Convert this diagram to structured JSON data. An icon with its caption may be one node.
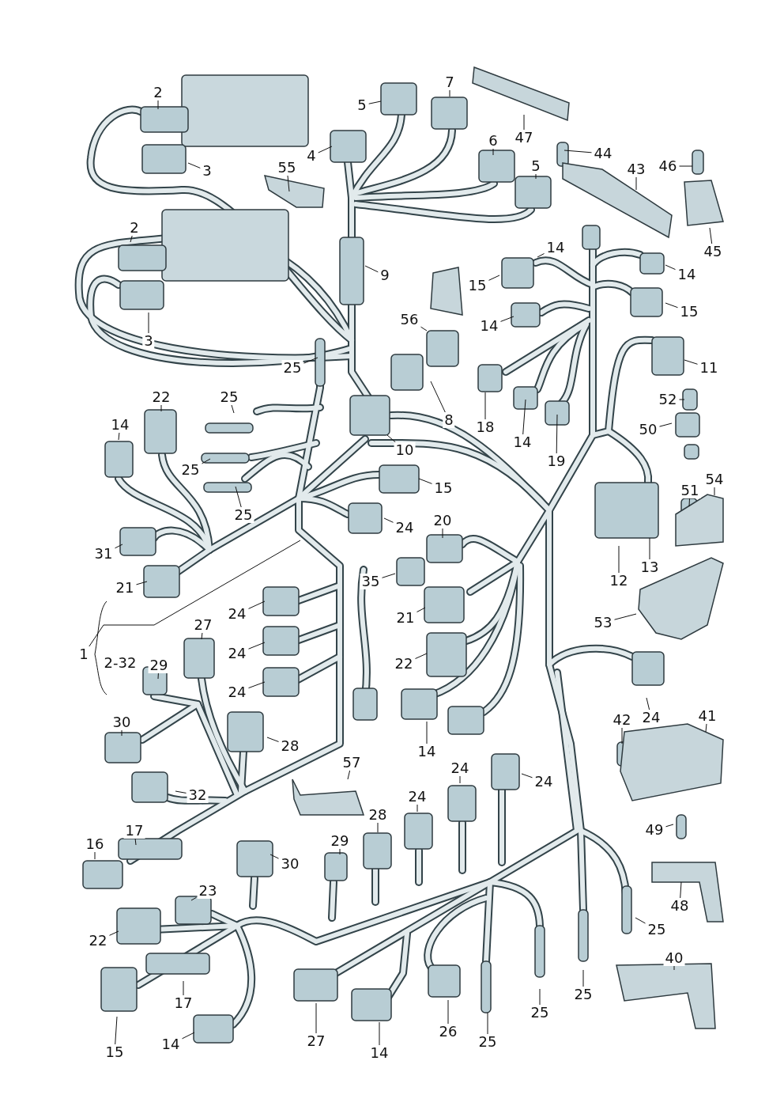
{
  "diagram": {
    "nodes": [
      {
        "text": [
          "2"
        ]
      },
      {
        "text": [
          "7"
        ]
      },
      {
        "text": [
          "5"
        ]
      },
      {
        "text": [
          "3"
        ]
      },
      {
        "text": [
          "47"
        ]
      },
      {
        "text": [
          "6"
        ]
      },
      {
        "text": [
          "44"
        ]
      },
      {
        "text": [
          "4"
        ]
      },
      {
        "text": [
          "5"
        ]
      },
      {
        "text": [
          "55"
        ]
      },
      {
        "text": [
          "43"
        ]
      },
      {
        "text": [
          "46"
        ]
      },
      {
        "text": [
          "2"
        ]
      },
      {
        "text": [
          "45"
        ]
      },
      {
        "text": [
          "14"
        ]
      },
      {
        "text": [
          "14"
        ]
      },
      {
        "text": [
          "9"
        ]
      },
      {
        "text": [
          "15"
        ]
      },
      {
        "text": [
          "15"
        ]
      },
      {
        "text": [
          "3"
        ]
      },
      {
        "text": [
          "14"
        ]
      },
      {
        "text": [
          "56"
        ]
      },
      {
        "text": [
          "11"
        ]
      },
      {
        "text": [
          "25"
        ]
      },
      {
        "text": [
          "52"
        ]
      },
      {
        "text": [
          "22"
        ]
      },
      {
        "text": [
          "25"
        ]
      },
      {
        "text": [
          "8"
        ]
      },
      {
        "text": [
          "14"
        ]
      },
      {
        "text": [
          "18"
        ]
      },
      {
        "text": [
          "50"
        ]
      },
      {
        "text": [
          "10"
        ]
      },
      {
        "text": [
          "14"
        ]
      },
      {
        "text": [
          "25"
        ]
      },
      {
        "text": [
          "19"
        ]
      },
      {
        "text": [
          "15"
        ]
      },
      {
        "text": [
          "51"
        ]
      },
      {
        "text": [
          "54"
        ]
      },
      {
        "text": [
          "25"
        ]
      },
      {
        "text": [
          "24"
        ]
      },
      {
        "text": [
          "20"
        ]
      },
      {
        "text": [
          "31"
        ]
      },
      {
        "text": [
          "13"
        ]
      },
      {
        "text": [
          "21"
        ]
      },
      {
        "text": [
          "12"
        ]
      },
      {
        "text": [
          "35"
        ]
      },
      {
        "text": [
          "53"
        ]
      },
      {
        "text": [
          "24"
        ]
      },
      {
        "text": [
          "21"
        ]
      },
      {
        "text": [
          "27"
        ]
      },
      {
        "text": [
          "1"
        ]
      },
      {
        "text": [
          "24"
        ]
      },
      {
        "text": [
          "29"
        ]
      },
      {
        "text": [
          "22"
        ]
      },
      {
        "text": [
          "24"
        ]
      },
      {
        "text": [
          "30"
        ]
      },
      {
        "text": [
          "24"
        ]
      },
      {
        "text": [
          "42"
        ]
      },
      {
        "text": [
          "41"
        ]
      },
      {
        "text": [
          "28"
        ]
      },
      {
        "text": [
          "14"
        ]
      },
      {
        "text": [
          "57"
        ]
      },
      {
        "text": [
          "24"
        ]
      },
      {
        "text": [
          "24"
        ]
      },
      {
        "text": [
          "32"
        ]
      },
      {
        "text": [
          "24"
        ]
      },
      {
        "text": [
          "28"
        ]
      },
      {
        "text": [
          "17"
        ]
      },
      {
        "text": [
          "49"
        ]
      },
      {
        "text": [
          "16"
        ]
      },
      {
        "text": [
          "29"
        ]
      },
      {
        "text": [
          "30"
        ]
      },
      {
        "text": [
          "48"
        ]
      },
      {
        "text": [
          "23"
        ]
      },
      {
        "text": [
          "25"
        ]
      },
      {
        "text": [
          "22"
        ]
      },
      {
        "text": [
          "40"
        ]
      },
      {
        "text": [
          "17"
        ]
      },
      {
        "text": [
          "25"
        ]
      },
      {
        "text": [
          "25"
        ]
      },
      {
        "text": [
          "26"
        ]
      },
      {
        "text": [
          "15"
        ]
      },
      {
        "text": [
          "14"
        ]
      },
      {
        "text": [
          "27"
        ]
      },
      {
        "text": [
          "14"
        ]
      },
      {
        "text": [
          "25"
        ]
      }
    ],
    "edges": [
      {
        "from": 0,
        "to": null,
        "arrow": "none"
      },
      {
        "from": 1,
        "to": null,
        "arrow": "none"
      },
      {
        "from": 2,
        "to": null,
        "arrow": "none"
      },
      {
        "from": 3,
        "to": null,
        "arrow": "none"
      },
      {
        "from": 4,
        "to": null,
        "arrow": "none"
      },
      {
        "from": 5,
        "to": null,
        "arrow": "none"
      },
      {
        "from": 6,
        "to": null,
        "arrow": "none"
      },
      {
        "from": 7,
        "to": null,
        "arrow": "none"
      },
      {
        "from": 8,
        "to": null,
        "arrow": "none"
      },
      {
        "from": 9,
        "to": null,
        "arrow": "none"
      },
      {
        "from": 10,
        "to": null,
        "arrow": "none"
      },
      {
        "from": 11,
        "to": null,
        "arrow": "none"
      },
      {
        "from": 12,
        "to": null,
        "arrow": "none"
      },
      {
        "from": 13,
        "to": null,
        "arrow": "none"
      },
      {
        "from": 14,
        "to": null,
        "arrow": "none"
      },
      {
        "from": 15,
        "to": null,
        "arrow": "none"
      },
      {
        "from": 16,
        "to": null,
        "arrow": "none"
      },
      {
        "from": 17,
        "to": null,
        "arrow": "none"
      },
      {
        "from": 18,
        "to": null,
        "arrow": "none"
      },
      {
        "from": 19,
        "to": null,
        "arrow": "none"
      },
      {
        "from": 20,
        "to": null,
        "arrow": "none"
      },
      {
        "from": 21,
        "to": null,
        "arrow": "none"
      },
      {
        "from": 22,
        "to": null,
        "arrow": "none"
      },
      {
        "from": 23,
        "to": null,
        "arrow": "none"
      },
      {
        "from": 24,
        "to": null,
        "arrow": "none"
      },
      {
        "from": 25,
        "to": null,
        "arrow": "none"
      },
      {
        "from": 26,
        "to": null,
        "arrow": "none"
      },
      {
        "from": 27,
        "to": null,
        "arrow": "none"
      },
      {
        "from": 28,
        "to": null,
        "arrow": "none"
      },
      {
        "from": 29,
        "to": null,
        "arrow": "none"
      },
      {
        "from": 30,
        "to": null,
        "arrow": "none"
      },
      {
        "from": 31,
        "to": null,
        "arrow": "none"
      },
      {
        "from": 32,
        "to": null,
        "arrow": "none"
      },
      {
        "from": 33,
        "to": null,
        "arrow": "none"
      },
      {
        "from": 34,
        "to": null,
        "arrow": "none"
      },
      {
        "from": 35,
        "to": null,
        "arrow": "none"
      },
      {
        "from": 36,
        "to": null,
        "arrow": "none"
      },
      {
        "from": 37,
        "to": null,
        "arrow": "none"
      },
      {
        "from": 38,
        "to": null,
        "arrow": "none"
      },
      {
        "from": 39,
        "to": null,
        "arrow": "none"
      },
      {
        "from": 40,
        "to": null,
        "arrow": "none"
      },
      {
        "from": 41,
        "to": null,
        "arrow": "none"
      },
      {
        "from": 42,
        "to": null,
        "arrow": "none"
      },
      {
        "from": 43,
        "to": null,
        "arrow": "none"
      },
      {
        "from": 44,
        "to": null,
        "arrow": "none"
      },
      {
        "from": 45,
        "to": null,
        "arrow": "none"
      },
      {
        "from": 46,
        "to": null,
        "arrow": "none"
      },
      {
        "from": 47,
        "to": null,
        "arrow": "none"
      },
      {
        "from": 48,
        "to": null,
        "arrow": "none"
      },
      {
        "from": 49,
        "to": null,
        "arrow": "none"
      },
      {
        "from": 50,
        "to": null,
        "arrow": "none"
      },
      {
        "from": 51,
        "to": null,
        "arrow": "none"
      },
      {
        "from": 52,
        "to": null,
        "arrow": "none"
      },
      {
        "from": 53,
        "to": null,
        "arrow": "none"
      },
      {
        "from": 54,
        "to": null,
        "arrow": "none"
      },
      {
        "from": 55,
        "to": null,
        "arrow": "none"
      },
      {
        "from": 56,
        "to": null,
        "arrow": "none"
      },
      {
        "from": 57,
        "to": null,
        "arrow": "none"
      },
      {
        "from": 58,
        "to": null,
        "arrow": "none"
      },
      {
        "from": 59,
        "to": null,
        "arrow": "none"
      },
      {
        "from": 60,
        "to": null,
        "arrow": "none"
      },
      {
        "from": 61,
        "to": null,
        "arrow": "none"
      },
      {
        "from": 62,
        "to": null,
        "arrow": "none"
      },
      {
        "from": 63,
        "to": null,
        "arrow": "none"
      },
      {
        "from": 64,
        "to": null,
        "arrow": "none"
      },
      {
        "from": 65,
        "to": null,
        "arrow": "none"
      },
      {
        "from": 66,
        "to": null,
        "arrow": "none"
      },
      {
        "from": 67,
        "to": null,
        "arrow": "none"
      },
      {
        "from": 68,
        "to": null,
        "arrow": "none"
      },
      {
        "from": 69,
        "to": null,
        "arrow": "none"
      },
      {
        "from": 70,
        "to": null,
        "arrow": "none"
      },
      {
        "from": 71,
        "to": null,
        "arrow": "none"
      },
      {
        "from": 72,
        "to": null,
        "arrow": "none"
      },
      {
        "from": 73,
        "to": null,
        "arrow": "none"
      },
      {
        "from": 74,
        "to": null,
        "arrow": "none"
      },
      {
        "from": 75,
        "to": null,
        "arrow": "none"
      },
      {
        "from": 76,
        "to": null,
        "arrow": "none"
      },
      {
        "from": 77,
        "to": null,
        "arrow": "none"
      },
      {
        "from": 78,
        "to": null,
        "arrow": "none"
      },
      {
        "from": 79,
        "to": null,
        "arrow": "none"
      },
      {
        "from": 80,
        "to": null,
        "arrow": "none"
      },
      {
        "from": 81,
        "to": null,
        "arrow": "none"
      },
      {
        "from": 82,
        "to": null,
        "arrow": "none"
      },
      {
        "from": 83,
        "to": null,
        "arrow": "none"
      },
      {
        "from": 84,
        "to": null,
        "arrow": "none"
      },
      {
        "from": 85,
        "to": null,
        "arrow": "none"
      }
    ],
    "labels": [
      "2-32"
    ]
  }
}
